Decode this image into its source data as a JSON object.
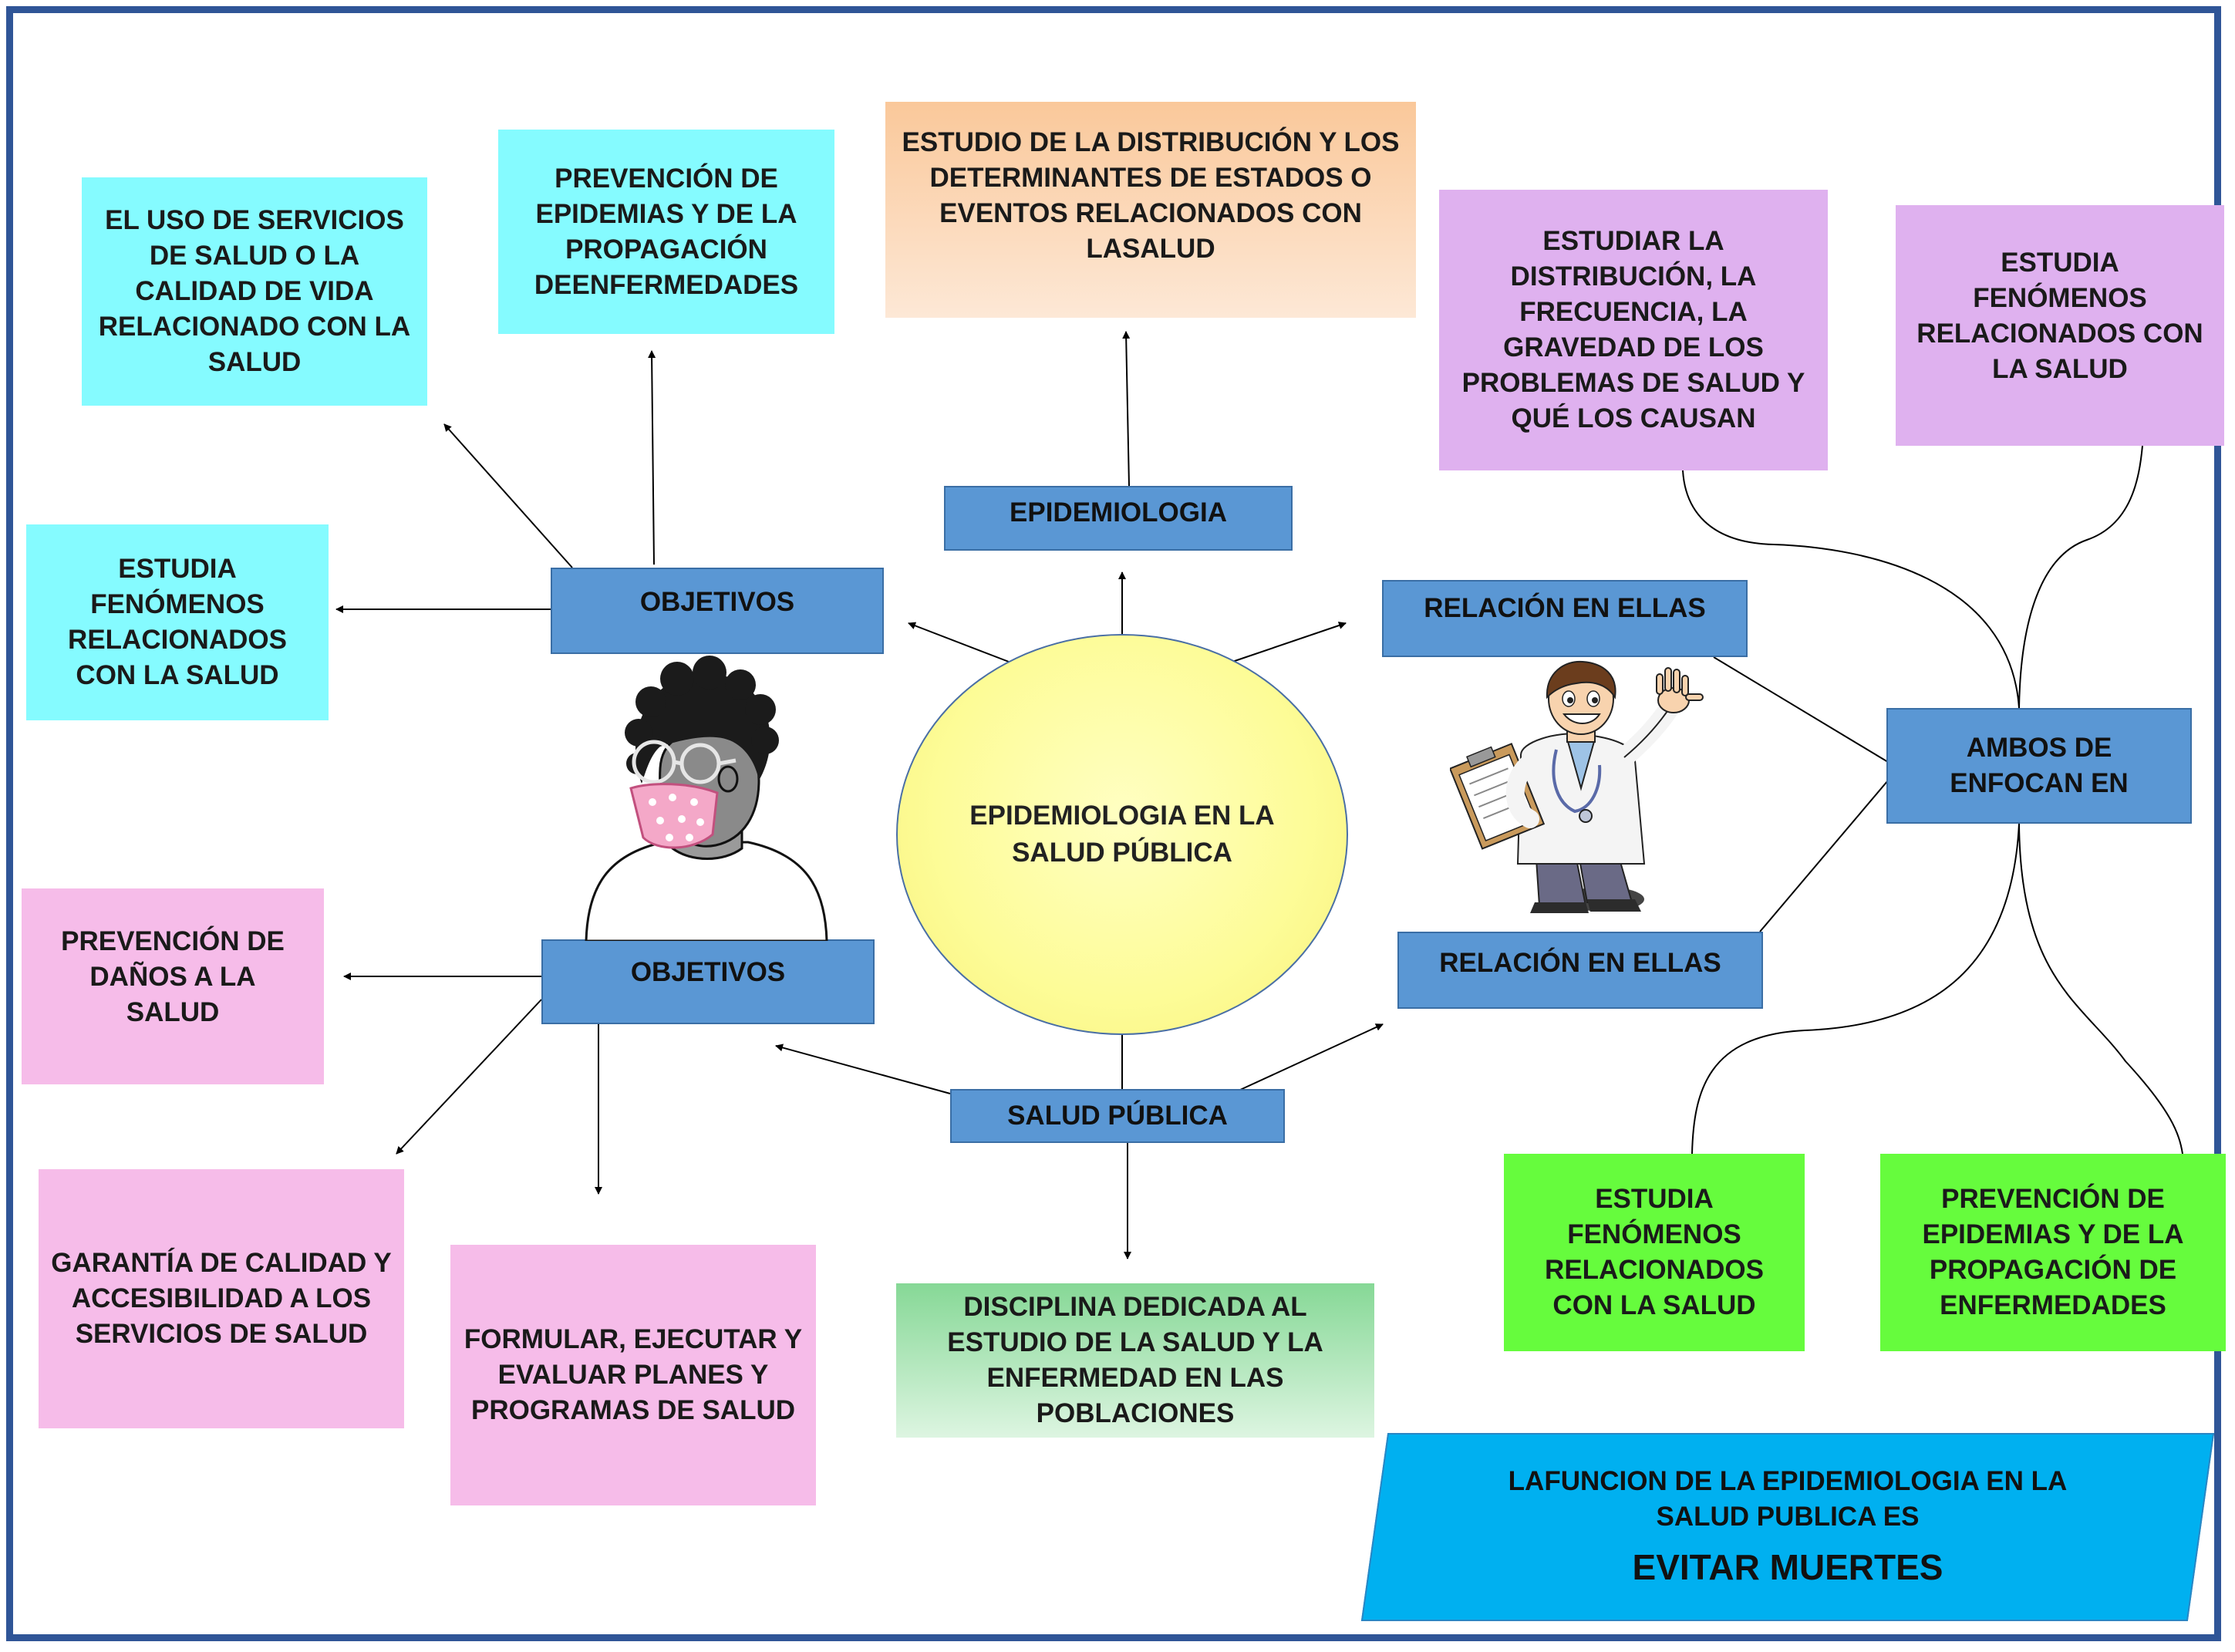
{
  "center": {
    "text": "EPIDEMIOLOGIA EN LA SALUD PÚBLICA"
  },
  "hubs": {
    "epidemiologia": "EPIDEMIOLOGIA",
    "salud_publica": "SALUD PÚBLICA",
    "objetivos_top": "OBJETIVOS",
    "objetivos_bottom": "OBJETIVOS",
    "relacion_top": "RELACIÓN EN ELLAS",
    "relacion_bottom": "RELACIÓN EN ELLAS",
    "ambos": "AMBOS DE ENFOCAN EN"
  },
  "boxes": {
    "estudio_distribucion": "ESTUDIO DE LA DISTRIBUCIÓN Y LOS DETERMINANTES DE ESTADOS O EVENTOS RELACIONADOS CON LASALUD",
    "uso_servicios": "EL USO DE SERVICIOS DE SALUD O LA CALIDAD DE VIDA RELACIONADO CON LA SALUD",
    "prevencion_epidemias_top": "PREVENCIÓN DE EPIDEMIAS Y DE LA PROPAGACIÓN DEENFERMEDADES",
    "estudia_fenomenos_left": "ESTUDIA FENÓMENOS RELACIONADOS CON LA SALUD",
    "estudiar_distribucion": "ESTUDIAR LA DISTRIBUCIÓN, LA FRECUENCIA, LA GRAVEDAD DE LOS PROBLEMAS DE SALUD Y QUÉ LOS CAUSAN",
    "estudia_fenomenos_right": "ESTUDIA FENÓMENOS RELACIONADOS CON LA SALUD",
    "prevencion_danos": "PREVENCIÓN DE DAÑOS A LA SALUD",
    "garantia_calidad": "GARANTÍA DE CALIDAD Y ACCESIBILIDAD A LOS SERVICIOS DE SALUD",
    "formular_planes": "FORMULAR, EJECUTAR Y EVALUAR PLANES Y PROGRAMAS DE SALUD",
    "disciplina": "DISCIPLINA DEDICADA AL ESTUDIO DE LA SALUD Y LA ENFERMEDAD EN LAS POBLACIONES",
    "estudia_fenomenos_green": "ESTUDIA FENÓMENOS RELACIONADOS CON LA SALUD",
    "prevencion_epidemias_green": "PREVENCIÓN DE EPIDEMIAS Y DE LA PROPAGACIÓN DE ENFERMEDADES"
  },
  "conclusion": {
    "line1": "LAFUNCION  DE LA  EPIDEMIOLOGIA EN LA SALUD PUBLICA  ES",
    "line2": "EVITAR MUERTES"
  },
  "illustrations": {
    "left": "woman-with-face-mask",
    "right": "waving-doctor-with-clipboard"
  },
  "colors": {
    "frame": "#2f5597",
    "hub": "#5a97d4",
    "center": "#fdfc97",
    "cyan": "#85fbff",
    "purple": "#dfb1ef",
    "pink": "#f6bce9",
    "green": "#66fc3d",
    "conclusion": "#00b0f0"
  }
}
